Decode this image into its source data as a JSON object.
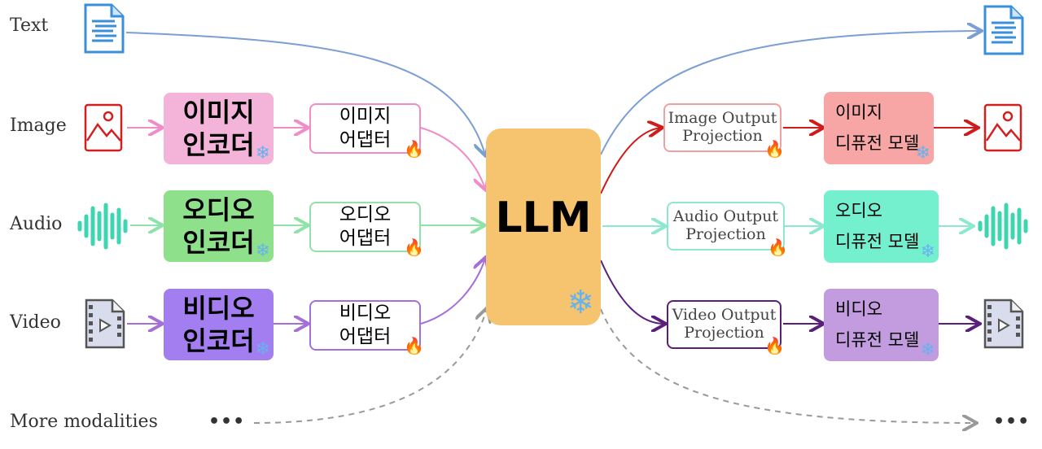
{
  "modalities": {
    "text": "Text",
    "image": "Image",
    "audio": "Audio",
    "video": "Video",
    "more": "More modalities"
  },
  "encoders": {
    "image": {
      "line1": "이미지",
      "line2": "인코더"
    },
    "audio": {
      "line1": "오디오",
      "line2": "인코더"
    },
    "video": {
      "line1": "비디오",
      "line2": "인코더"
    }
  },
  "adapters": {
    "image": {
      "line1": "이미지",
      "line2": "어댑터"
    },
    "audio": {
      "line1": "오디오",
      "line2": "어댑터"
    },
    "video": {
      "line1": "비디오",
      "line2": "어댑터"
    }
  },
  "llm": {
    "label": "LLM"
  },
  "projections": {
    "image": {
      "line1": "Image Output",
      "line2": "Projection"
    },
    "audio": {
      "line1": "Audio Output",
      "line2": "Projection"
    },
    "video": {
      "line1": "Video Output",
      "line2": "Projection"
    }
  },
  "decoders": {
    "image": {
      "line1": "이미지",
      "line2": "디퓨전 모델"
    },
    "audio": {
      "line1": "오디오",
      "line2": "디퓨전 모델"
    },
    "video": {
      "line1": "비디오",
      "line2": "디퓨전 모델"
    }
  },
  "ellipsis": "•••",
  "glyphs": {
    "fire": "🔥",
    "snow": "❄"
  },
  "colors": {
    "text_flow": "#7b9fd4",
    "image": "#f08cc8",
    "audio": "#8fe3a8",
    "video": "#a56fd8",
    "image_out": "#d11a1a",
    "audio_out": "#8de8cf",
    "video_out": "#5a1f7a",
    "llm": "#f6c46e",
    "icon_blue": "#3a8fd8",
    "icon_red": "#d22020",
    "icon_teal": "#3dd6b0",
    "icon_gray": "#555555"
  },
  "icons": [
    "document-icon",
    "image-icon",
    "waveform-icon",
    "video-file-icon"
  ]
}
